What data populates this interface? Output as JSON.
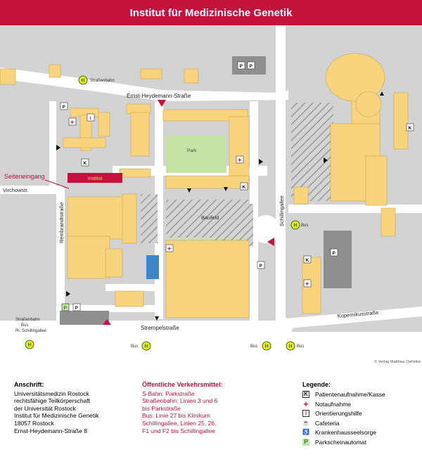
{
  "title": "Institut für Medizinische Genetik",
  "streets": {
    "ernst_heydemann": "Ernst-Heydemann-Straße",
    "strempel": "Strempelstraße",
    "kopernikus": "Kopernikusstraße",
    "virchow": "Virchowstr.",
    "rembrandt": "Rembrandtstraße",
    "schillingallee": "Schillingallee"
  },
  "labels": {
    "seiteneingang": "Seiteneingang",
    "institut": "Institut",
    "park": "Park",
    "baufeld": "Baufeld",
    "copyright": "© Verlag Matthias Oehmke"
  },
  "stops": {
    "strassenbahn_top": "Straßenbahn",
    "strassenbahn_left": "Straßenbahn",
    "bus_label": "Bus",
    "ri_schillingallee": "Ri. Schillingallee",
    "bus_1": "Bus",
    "bus_2": "Bus",
    "bus_3": "Bus",
    "bus_right": "Bus"
  },
  "address": {
    "heading": "Anschrift:",
    "lines": [
      "Universitätsmedizin Rostock",
      "rechtsfähige Teilkörperschaft",
      "der Universität Rostock",
      "Institut für Medizinische Genetik",
      "18057 Rostock",
      "Ernst-Heydemann-Straße 8"
    ]
  },
  "transit": {
    "heading": "Öffentliche Verkehrsmittel:",
    "lines": [
      "S-Bahn: Parkstraße",
      "Straßenbahn: Linien 3 und 6",
      "bis Parkstraße",
      "Bus: Linie 27 bis Klinikum",
      "Schillingallee, Linien 25, 26,",
      "F1 und F2 bis Schillingallee"
    ]
  },
  "legend": {
    "heading": "Legende:",
    "items": [
      {
        "icon": "K",
        "label": "Patientenaufnahme/Kasse"
      },
      {
        "icon": "+",
        "label": "Notaufnahme"
      },
      {
        "icon": "i",
        "label": "Orientierungshilfe"
      },
      {
        "icon": "cup",
        "label": "Cafeteria"
      },
      {
        "icon": "wc",
        "label": "Krankenhausseelsorge"
      },
      {
        "icon": "P",
        "label": "Parkscheinautomat"
      }
    ]
  },
  "colors": {
    "brand": "#c5123c",
    "building": "#f8d47e",
    "ground": "#d3d3d3",
    "road": "#ffffff",
    "park": "#c6e3a6",
    "water": "#3a86c8",
    "dark_building": "#8f8f8f",
    "tram_stop": "#f6e21a"
  }
}
